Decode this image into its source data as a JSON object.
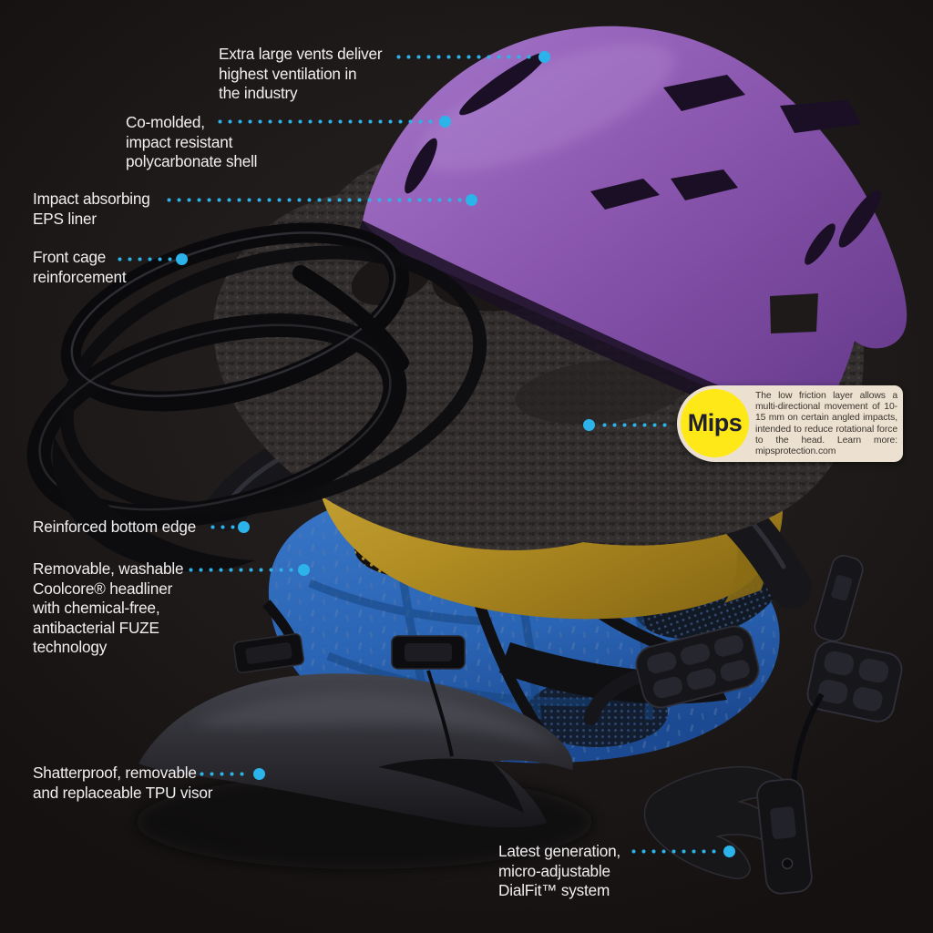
{
  "diagram": {
    "subject": "bike-helmet-exploded-view",
    "colors": {
      "background": "#1e1a1a",
      "label_text": "#f1efef",
      "leader_dot": "#2cb3e9",
      "shell_purple": "#8a56ae",
      "eps_gray": "#343030",
      "mips_liner_gold": "#c2a02c",
      "headliner_blue": "#2a64b4",
      "hardware_black": "#17171a",
      "mips_logo_yellow": "#ffe817",
      "mips_box_bg": "#ece1d1",
      "mips_box_text": "#3b342c"
    },
    "callouts": [
      {
        "id": "vents",
        "lines": [
          "Extra large vents deliver",
          "highest ventilation in",
          "the industry"
        ]
      },
      {
        "id": "shell",
        "lines": [
          "Co-molded,",
          "impact resistant",
          "polycarbonate shell"
        ]
      },
      {
        "id": "eps",
        "lines": [
          "Impact absorbing",
          "EPS liner"
        ]
      },
      {
        "id": "cage",
        "lines": [
          "Front cage",
          "reinforcement"
        ]
      },
      {
        "id": "bottom_edge",
        "lines": [
          "Reinforced bottom edge"
        ]
      },
      {
        "id": "headliner",
        "lines": [
          "Removable, washable",
          "Coolcore® headliner",
          "with chemical-free,",
          "antibacterial FUZE",
          "technology"
        ]
      },
      {
        "id": "visor",
        "lines": [
          "Shatterproof, removable",
          "and replaceable TPU visor"
        ]
      },
      {
        "id": "dialfit",
        "lines": [
          "Latest generation,",
          "micro-adjustable",
          "DialFit™ system"
        ]
      }
    ],
    "mips_callout": {
      "logo": "Mips",
      "body": "The low friction layer allows a multi-directional movement of 10-15 mm on certain angled impacts, intended to reduce rotational force to the head. Learn more: mipsprotection.com"
    }
  }
}
